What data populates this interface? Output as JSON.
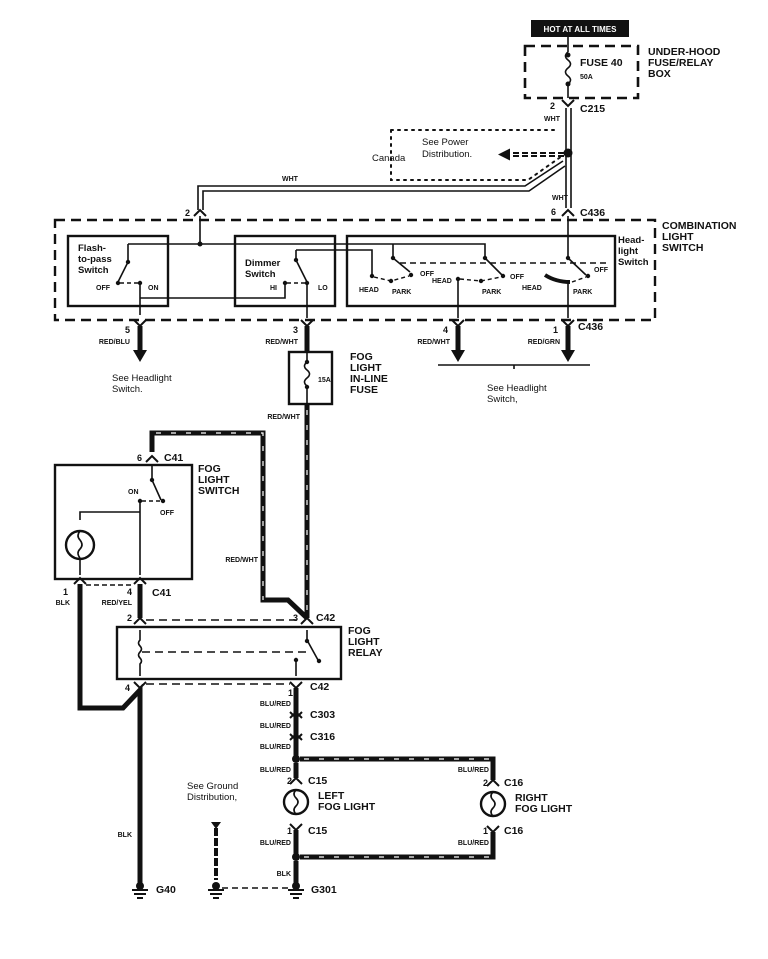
{
  "header": {
    "hot_label": "HOT AT ALL TIMES"
  },
  "underhood_box": {
    "title_lines": [
      "UNDER-HOOD",
      "FUSE/RELAY",
      "BOX"
    ],
    "fuse_name": "FUSE 40",
    "fuse_rating": "50A"
  },
  "power_branch": {
    "region": "Canada",
    "note_lines": [
      "See Power",
      "Distribution."
    ]
  },
  "connectors": {
    "c215": {
      "name": "C215",
      "pin": "2",
      "wire": "WHT"
    },
    "c436_top_left": {
      "pin": "2"
    },
    "c436_top_right": {
      "name": "C436",
      "pin": "6",
      "wire": "WHT"
    },
    "top_wire": "WHT",
    "c436_bottom": [
      {
        "pin": "5",
        "wire": "RED/BLU"
      },
      {
        "pin": "3",
        "wire": "RED/WHT"
      },
      {
        "pin": "4",
        "wire": "RED/WHT"
      },
      {
        "pin": "1",
        "wire": "RED/GRN",
        "name": "C436"
      }
    ],
    "c41_top": {
      "name": "C41",
      "pin": "6"
    },
    "c41_bottom": {
      "name": "C41",
      "pins": [
        {
          "pin": "1",
          "wire": "BLK"
        },
        {
          "pin": "4",
          "wire": "RED/YEL"
        }
      ]
    },
    "c42_top": {
      "name": "C42",
      "pins": [
        "2",
        "3"
      ]
    },
    "c42_bottom": {
      "name": "C42",
      "pins": [
        {
          "pin": "4"
        },
        {
          "pin": "1",
          "wire": "BLU/RED"
        }
      ]
    },
    "c303": {
      "name": "C303",
      "wire": "BLU/RED"
    },
    "c316": {
      "name": "C316",
      "wire": "BLU/RED"
    },
    "c15_top": {
      "name": "C15",
      "pin": "2",
      "wire": "BLU/RED"
    },
    "c15_bottom": {
      "name": "C15",
      "pin": "1",
      "wire": "BLU/RED"
    },
    "c16_top": {
      "name": "C16",
      "pin": "2",
      "wire": "BLU/RED"
    },
    "c16_bottom": {
      "name": "C16",
      "pin": "1",
      "wire": "BLU/RED"
    }
  },
  "combination_switch": {
    "title_lines": [
      "COMBINATION",
      "LIGHT",
      "SWITCH"
    ],
    "flash_to_pass": {
      "title_lines": [
        "Flash-",
        "to-pass",
        "Switch"
      ],
      "positions": [
        "OFF",
        "ON"
      ]
    },
    "dimmer": {
      "title_lines": [
        "Dimmer",
        "Switch"
      ],
      "positions": [
        "HI",
        "LO"
      ]
    },
    "headlight": {
      "title_lines": [
        "Head-",
        "light",
        "Switch"
      ],
      "sections": [
        {
          "positions": [
            "HEAD",
            "PARK",
            "OFF"
          ]
        },
        {
          "positions": [
            "HEAD",
            "PARK",
            "OFF"
          ]
        },
        {
          "positions": [
            "HEAD",
            "PARK",
            "OFF"
          ]
        }
      ]
    }
  },
  "references": {
    "headlight_left_lines": [
      "See Headlight",
      "Switch."
    ],
    "headlight_right_lines": [
      "See Headlight",
      "Switch,"
    ],
    "ground_lines": [
      "See Ground",
      "Distribution,"
    ]
  },
  "inline_fuse": {
    "title_lines": [
      "FOG",
      "LIGHT",
      "IN-LINE",
      "FUSE"
    ],
    "rating": "15A",
    "out_wire": "RED/WHT"
  },
  "fog_switch": {
    "title_lines": [
      "FOG",
      "LIGHT",
      "SWITCH"
    ],
    "positions": [
      "ON",
      "OFF"
    ],
    "feed_wire": "RED/WHT"
  },
  "fog_relay": {
    "title_lines": [
      "FOG",
      "LIGHT",
      "RELAY"
    ]
  },
  "left_fog": {
    "title_lines": [
      "LEFT",
      "FOG LIGHT"
    ]
  },
  "right_fog": {
    "title_lines": [
      "RIGHT",
      "FOG LIGHT"
    ]
  },
  "grounds": {
    "g40": {
      "name": "G40",
      "wire": "BLK"
    },
    "g301": {
      "name": "G301",
      "wire": "BLK"
    }
  }
}
